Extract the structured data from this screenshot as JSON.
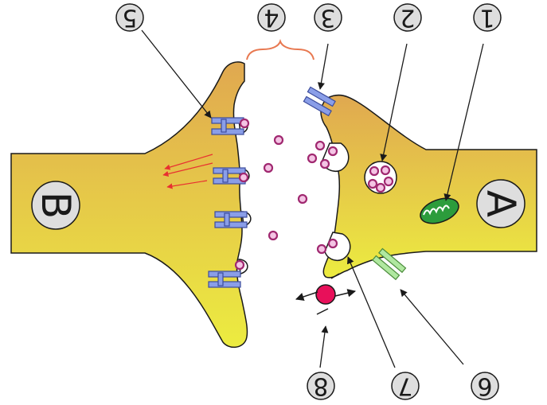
{
  "labels": {
    "neuron_a": "A",
    "neuron_b": "B",
    "callout_1": "1",
    "callout_2": "2",
    "callout_3": "3",
    "callout_4": "4",
    "callout_5": "5",
    "callout_6": "6",
    "callout_7": "7",
    "callout_8": "8"
  },
  "colors": {
    "cell_top": "#e0a850",
    "cell_bottom": "#ecec40",
    "outline": "#1a1a1a",
    "receptor": "#8a9ee8",
    "receptor_dark": "#3c4c9c",
    "reuptake_channel": "#b0e8a0",
    "vesicle_ring": "#a02870",
    "vesicle_fill": "#f4c4e4",
    "brace": "#e87850",
    "signal_arrows": "#e83030",
    "enzyme": "#e8105a",
    "mitochondrion": "#2c9c3c",
    "label_circle": "#dedede"
  }
}
